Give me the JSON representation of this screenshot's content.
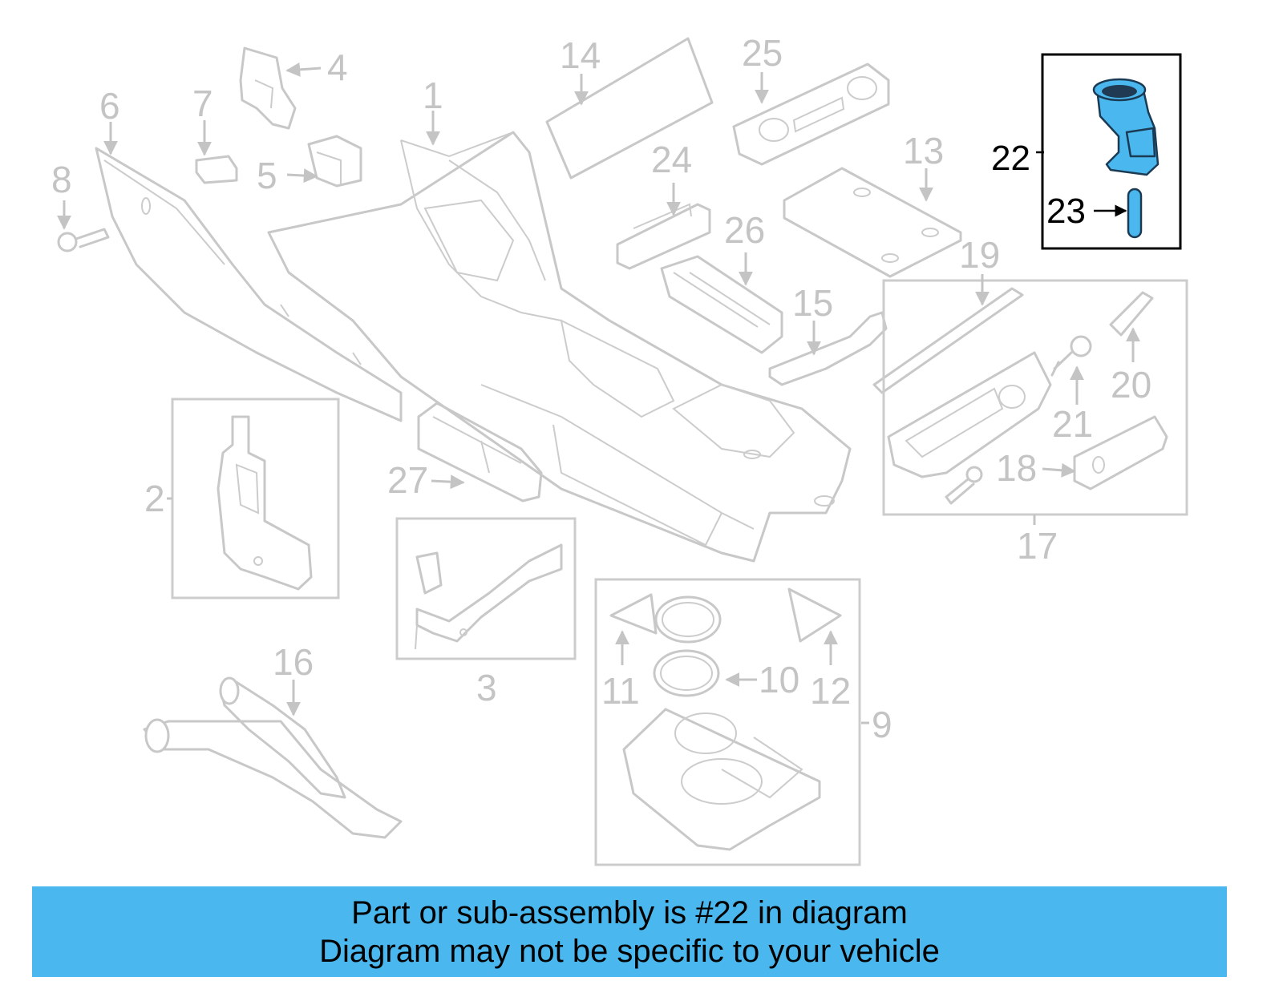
{
  "diagram": {
    "callouts": [
      "1",
      "2",
      "3",
      "4",
      "5",
      "6",
      "7",
      "8",
      "9",
      "10",
      "11",
      "12",
      "13",
      "14",
      "15",
      "16",
      "17",
      "18",
      "19",
      "20",
      "21",
      "22",
      "23",
      "24",
      "25",
      "26",
      "27"
    ],
    "highlighted_part": "22",
    "highlight_color": "#4ab8ee",
    "line_color": "#c8c8c8"
  },
  "caption": {
    "line1": "Part or sub-assembly is #22 in diagram",
    "line2": "Diagram may not be specific to your vehicle",
    "background": "#4ab8ee"
  }
}
